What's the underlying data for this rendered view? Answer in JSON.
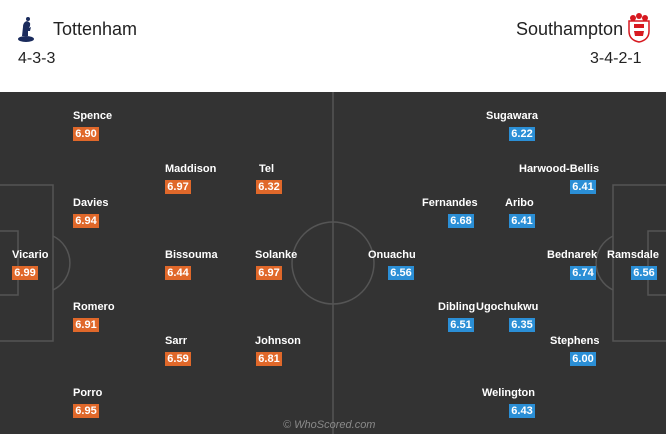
{
  "home": {
    "name": "Tottenham",
    "formation": "4-3-3",
    "crest_icon": "tottenham-cockerel-crest",
    "rating_color": "#e0682a",
    "players": [
      {
        "name": "Spence",
        "rating": "6.90"
      },
      {
        "name": "Maddison",
        "rating": "6.97"
      },
      {
        "name": "Tel",
        "rating": "6.32"
      },
      {
        "name": "Davies",
        "rating": "6.94"
      },
      {
        "name": "Vicario",
        "rating": "6.99"
      },
      {
        "name": "Bissouma",
        "rating": "6.44"
      },
      {
        "name": "Solanke",
        "rating": "6.97"
      },
      {
        "name": "Romero",
        "rating": "6.91"
      },
      {
        "name": "Sarr",
        "rating": "6.59"
      },
      {
        "name": "Johnson",
        "rating": "6.81"
      },
      {
        "name": "Porro",
        "rating": "6.95"
      }
    ]
  },
  "away": {
    "name": "Southampton",
    "formation": "3-4-2-1",
    "crest_icon": "southampton-crest",
    "rating_color": "#2b8fd6",
    "players": [
      {
        "name": "Sugawara",
        "rating": "6.22"
      },
      {
        "name": "Harwood-Bellis",
        "rating": "6.41"
      },
      {
        "name": "Fernandes",
        "rating": "6.68"
      },
      {
        "name": "Aribo",
        "rating": "6.41"
      },
      {
        "name": "Onuachu",
        "rating": "6.56"
      },
      {
        "name": "Bednarek",
        "rating": "6.74"
      },
      {
        "name": "Ramsdale",
        "rating": "6.56"
      },
      {
        "name": "Dibling",
        "rating": "6.51"
      },
      {
        "name": "Ugochukwu",
        "rating": "6.35"
      },
      {
        "name": "Stephens",
        "rating": "6.00"
      },
      {
        "name": "Welington",
        "rating": "6.43"
      }
    ]
  },
  "pitch": {
    "color": "#333333",
    "line_color": "#555555"
  },
  "watermark": "© WhoScored.com"
}
